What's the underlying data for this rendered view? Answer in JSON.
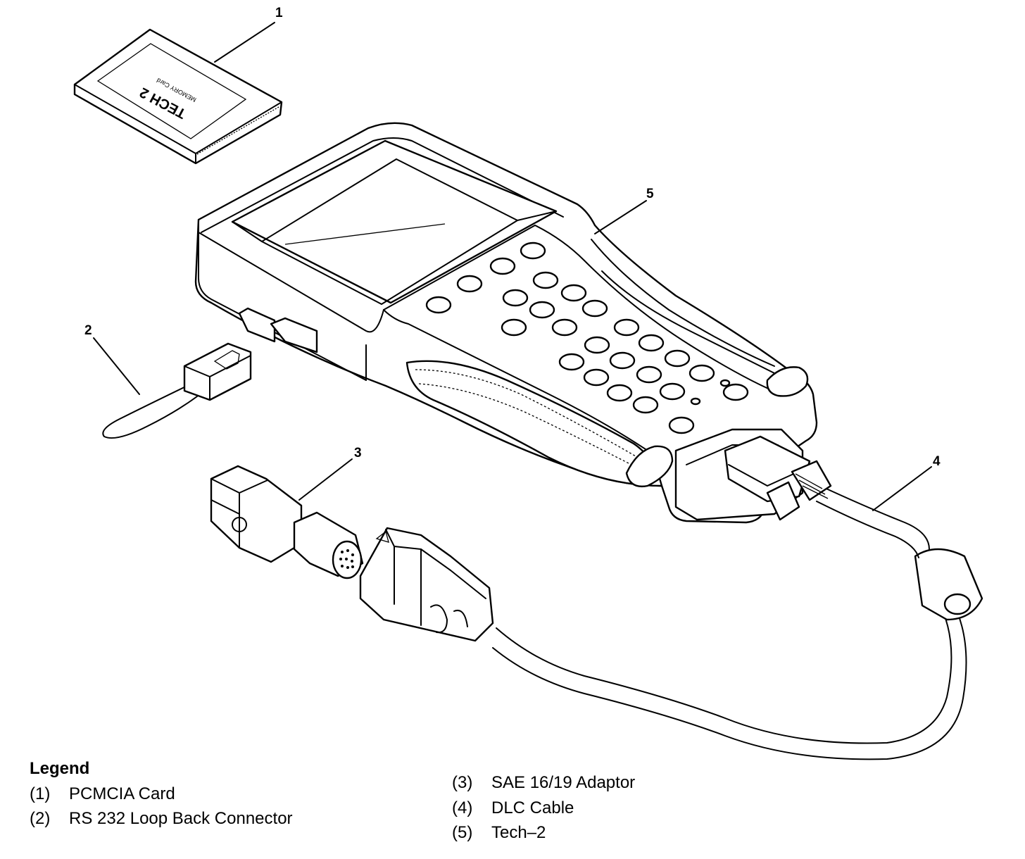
{
  "callouts": [
    "1",
    "2",
    "3",
    "4",
    "5"
  ],
  "card_label": {
    "brand": "TECH 2",
    "sub": "MEMORY Card"
  },
  "legend": {
    "title": "Legend",
    "items": [
      {
        "num": "(1)",
        "label": "PCMCIA Card"
      },
      {
        "num": "(2)",
        "label": "RS 232 Loop Back Connector"
      },
      {
        "num": "(3)",
        "label": "SAE 16/19 Adaptor"
      },
      {
        "num": "(4)",
        "label": "DLC Cable"
      },
      {
        "num": "(5)",
        "label": "Tech–2"
      }
    ]
  }
}
